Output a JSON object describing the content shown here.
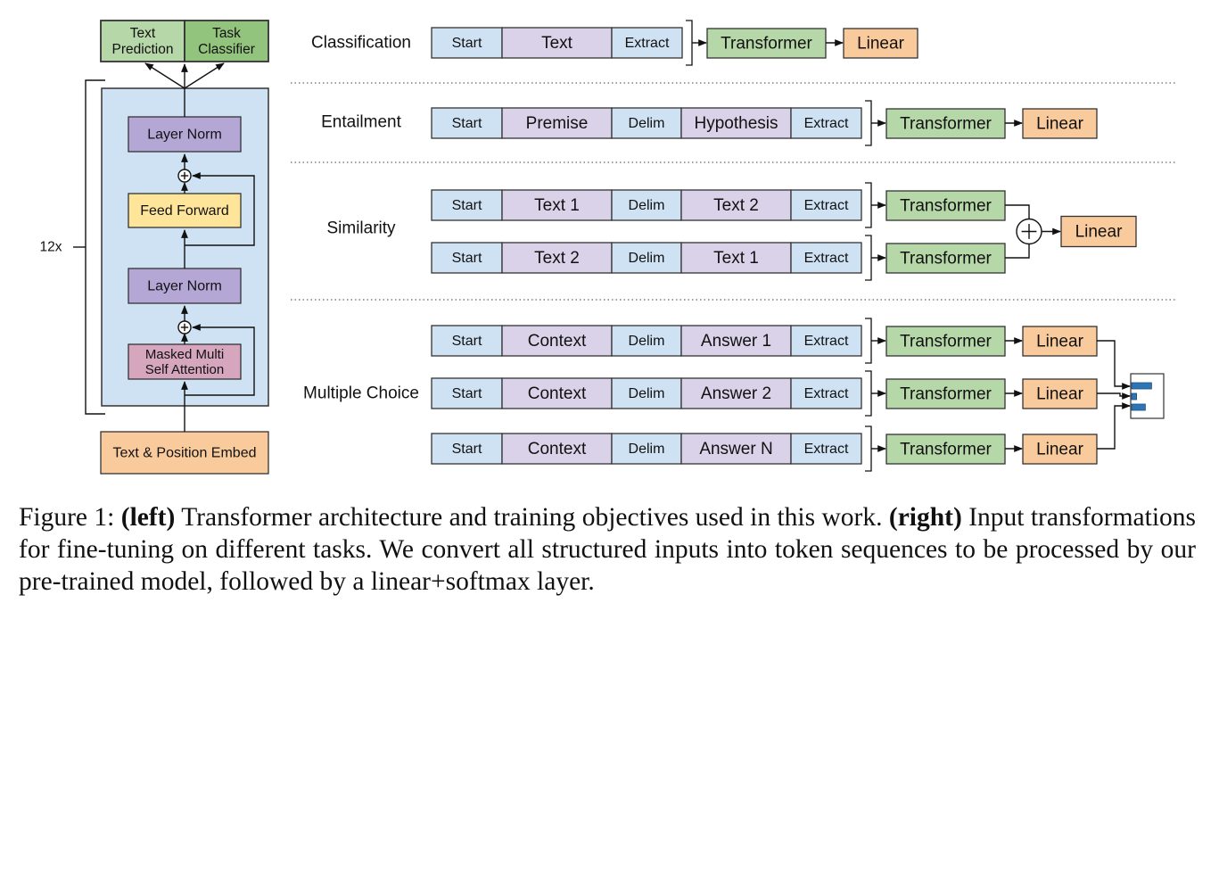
{
  "colors": {
    "token_start": "#cfe2f3",
    "token_text": "#d9d2e9",
    "transformer": "#b6d7a8",
    "linear": "#f9cb9c",
    "block_bg": "#cfe2f3",
    "layer_norm": "#b4a7d6",
    "feed_forward": "#ffe599",
    "attention": "#d5a6bd",
    "embed": "#f9cb9c",
    "text_pred": "#b6d7a8",
    "task_cls": "#93c47d",
    "softmax_bar": "#2e75b6"
  },
  "left": {
    "outputs": [
      "Text\nPrediction",
      "Task\nClassifier"
    ],
    "layer_norm_top": "Layer Norm",
    "feed_forward": "Feed Forward",
    "layer_norm_bottom": "Layer Norm",
    "attention": "Masked Multi\nSelf Attention",
    "embed": "Text & Position Embed",
    "repeat": "12x"
  },
  "tasks": [
    {
      "name": "Classification",
      "sequences": [
        {
          "tokens": [
            "Start",
            "Text",
            "Extract"
          ],
          "blocks": [
            "Transformer",
            "Linear"
          ]
        }
      ]
    },
    {
      "name": "Entailment",
      "sequences": [
        {
          "tokens": [
            "Start",
            "Premise",
            "Delim",
            "Hypothesis",
            "Extract"
          ],
          "blocks": [
            "Transformer",
            "Linear"
          ]
        }
      ]
    },
    {
      "name": "Similarity",
      "sequences": [
        {
          "tokens": [
            "Start",
            "Text 1",
            "Delim",
            "Text 2",
            "Extract"
          ],
          "blocks": [
            "Transformer"
          ]
        },
        {
          "tokens": [
            "Start",
            "Text 2",
            "Delim",
            "Text 1",
            "Extract"
          ],
          "blocks": [
            "Transformer"
          ]
        }
      ],
      "merge": "Linear"
    },
    {
      "name": "Multiple Choice",
      "sequences": [
        {
          "tokens": [
            "Start",
            "Context",
            "Delim",
            "Answer 1",
            "Extract"
          ],
          "blocks": [
            "Transformer",
            "Linear"
          ]
        },
        {
          "tokens": [
            "Start",
            "Context",
            "Delim",
            "Answer 2",
            "Extract"
          ],
          "blocks": [
            "Transformer",
            "Linear"
          ]
        },
        {
          "tokens": [
            "Start",
            "Context",
            "Delim",
            "Answer N",
            "Extract"
          ],
          "blocks": [
            "Transformer",
            "Linear"
          ]
        }
      ]
    }
  ],
  "caption": {
    "label": "Figure 1:",
    "left_tag": "(left)",
    "text1": "Transformer architecture and training objectives used in this work.",
    "right_tag": "(right)",
    "text2": "Input transformations for fine-tuning on different tasks. We convert all structured inputs into token sequences to be processed by our pre-trained model, followed by a linear+softmax layer."
  }
}
